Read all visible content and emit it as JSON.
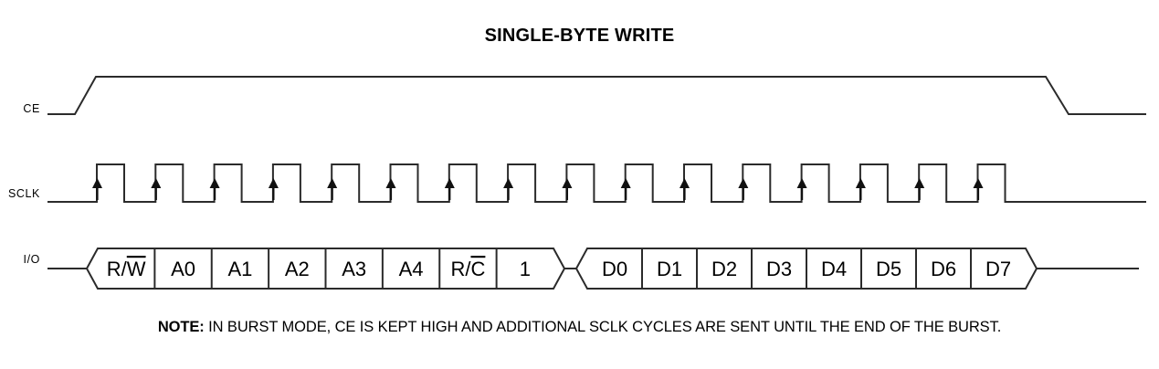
{
  "figure": {
    "title": "SINGLE-BYTE WRITE",
    "note_prefix": "NOTE:",
    "note_text": " IN BURST MODE, CE IS KEPT HIGH AND ADDITIONAL SCLK CYCLES ARE SENT UNTIL THE END OF THE BURST.",
    "note_full": "NOTE: IN BURST MODE, CE IS KEPT HIGH AND ADDITIONAL SCLK CYCLES ARE SENT UNTIL THE END OF THE BURST."
  },
  "signals": {
    "ce": {
      "label": "CE",
      "type": "level",
      "description": "Chip enable: low, rises at start of transfer, stays high through 16 clocks, falls at end"
    },
    "sclk": {
      "label": "SCLK",
      "type": "clock",
      "pulse_count": 16,
      "description": "Serial clock, 16 pulses with rising-edge sample arrows"
    },
    "io": {
      "label": "I/O",
      "type": "bus",
      "command_byte": [
        "R/W",
        "A0",
        "A1",
        "A2",
        "A3",
        "A4",
        "R/C",
        "1"
      ],
      "command_overlines": [
        true,
        false,
        false,
        false,
        false,
        false,
        true,
        false
      ],
      "data_byte": [
        "D0",
        "D1",
        "D2",
        "D3",
        "D4",
        "D5",
        "D6",
        "D7"
      ],
      "data_overlines": [
        false,
        false,
        false,
        false,
        false,
        false,
        false,
        false
      ]
    }
  },
  "colors": {
    "background": "#ffffff",
    "line": "#2b2b2b",
    "text": "#000000",
    "arrow": "#111111"
  }
}
